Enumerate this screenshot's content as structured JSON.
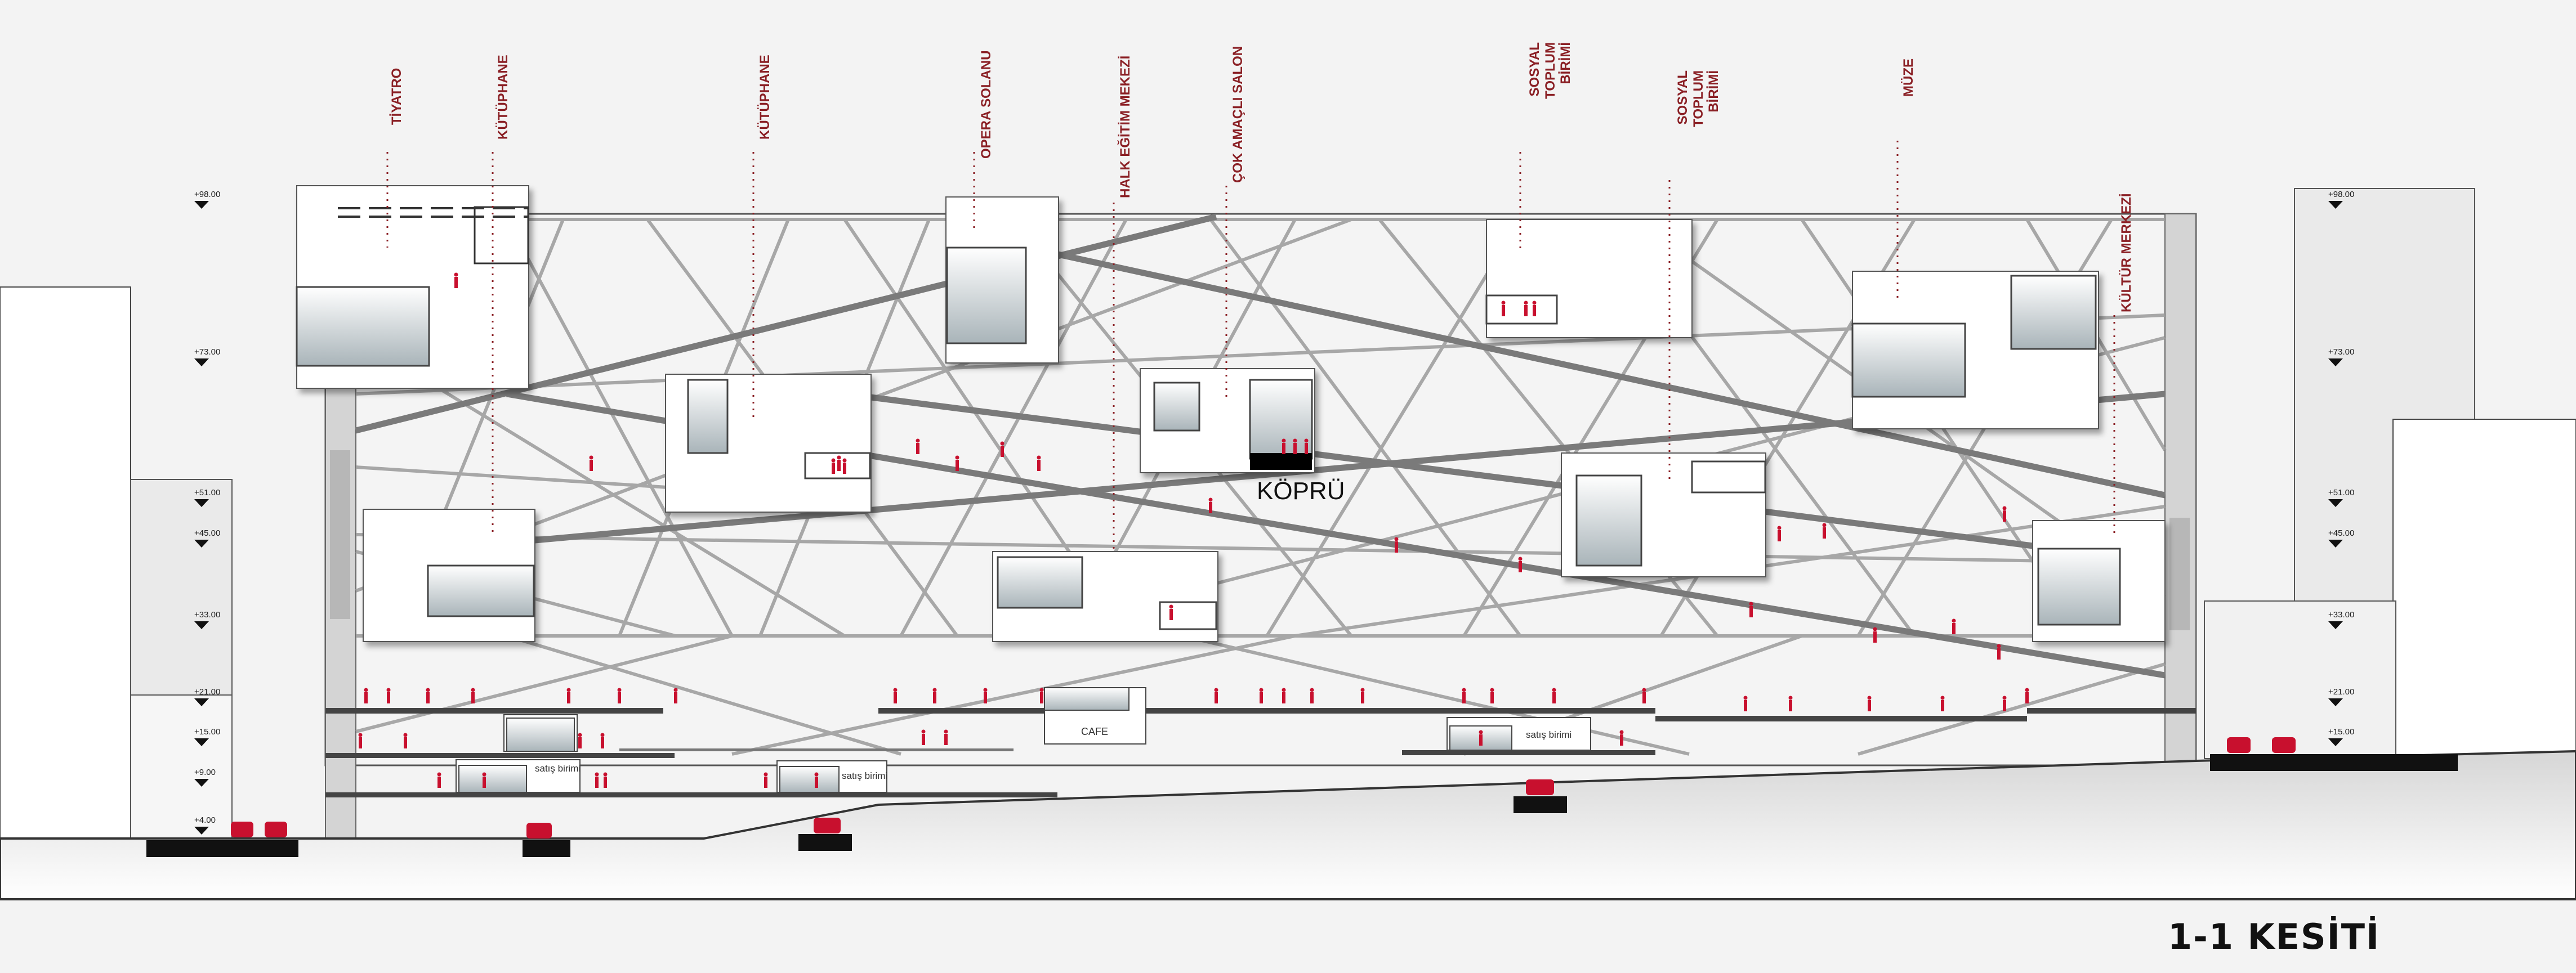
{
  "title": "1-1 KESİTİ",
  "bridge_label": "KÖPRÜ",
  "space_labels": [
    {
      "id": "tiyatro",
      "text": "TİYATRO"
    },
    {
      "id": "kutuphane1",
      "text": "KÜTÜPHANE"
    },
    {
      "id": "kutuphane2",
      "text": "KÜTÜPHANE"
    },
    {
      "id": "opera",
      "text": "OPERA SOLANU"
    },
    {
      "id": "halk",
      "text": "HALK EĞİTİM MEKEZİ"
    },
    {
      "id": "cok",
      "text": "ÇOK AMAÇLI SALON"
    },
    {
      "id": "sosyal1",
      "text": "SOSYAL TOPLUM BİRİMİ"
    },
    {
      "id": "sosyal2",
      "text": "SOSYAL TOPLUM BİRİMİ"
    },
    {
      "id": "muze",
      "text": "MÜZE"
    },
    {
      "id": "kultur",
      "text": "KÜLTÜR MERKEZİ"
    }
  ],
  "levels_left": [
    "+98.00",
    "+73.00",
    "+51.00",
    "+45.00",
    "+33.00",
    "+21.00",
    "+15.00",
    "+9.00",
    "+4.00"
  ],
  "levels_right": [
    "+98.00",
    "+73.00",
    "+51.00",
    "+45.00",
    "+33.00",
    "+21.00",
    "+15.00"
  ],
  "room_labels": [
    {
      "id": "cafe",
      "text": "CAFE"
    },
    {
      "id": "satis1",
      "text": "satış birimi"
    },
    {
      "id": "satis2",
      "text": "satış birimi"
    },
    {
      "id": "satis3",
      "text": "satış birimi"
    }
  ],
  "colors": {
    "accent": "#8a1f24",
    "figure": "#c8102e",
    "structure": "#7a7a7a",
    "background": "#f3f3f3"
  }
}
